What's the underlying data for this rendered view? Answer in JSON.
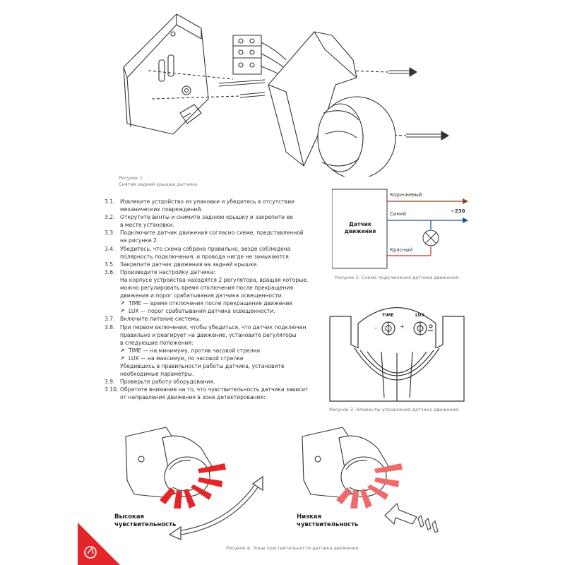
{
  "figure1": {
    "caption_line1": "Рисунок 1.",
    "caption_line2": "Снятие задней крышки датчика."
  },
  "steps": {
    "s1": {
      "num": "3.1.",
      "text": "Извлеките устройство из упаковки и убедитесь в отсутствии",
      "cont": "механических повреждений."
    },
    "s2": {
      "num": "3.2.",
      "text": "Открутите винты и снимите заднюю крышку и закрепите ее",
      "cont": "в месте установки."
    },
    "s3": {
      "num": "3.3.",
      "text": "Подключите датчик движения согласно схеме, представленной",
      "cont": "на рисунке 2."
    },
    "s4": {
      "num": "3.4.",
      "text": "Убедитесь, что схема собрана правильно, везде соблюдена",
      "cont": "полярность подключения, и провода нигде не замыкаются."
    },
    "s5": {
      "num": "3.5.",
      "text": "Закрепите датчик движения на задней крышке."
    },
    "s6": {
      "num": "3.6.",
      "text": "Произведите настройку датчика:",
      "p1": "На корпусе устройства находятся 2 регулятора, вращая которые,",
      "p2": "можно регулировать время отключения после прекращения",
      "p3": "движения и порог срабатывания датчика освещенности.",
      "b1": "TIME — время отключения после прекращения движения",
      "b2": "LUX — порог срабатывания датчика освещенности."
    },
    "s7": {
      "num": "3.7.",
      "text": "Включите питание системы."
    },
    "s8": {
      "num": "3.8.",
      "text": "При первом включении, чтобы убедиться, что датчик подключен",
      "p1": "правильно и реагирует на движение, установите регуляторы",
      "p2": "в следующие положения:",
      "b1": "TIME — на минимуму, против часовой стрелки",
      "b2": "LUX — на максимум, по часовой стрелке",
      "p3": "Убедившись в правильности работы датчика, установите",
      "p4": "необходимые параметры."
    },
    "s9": {
      "num": "3.9.",
      "text": "Проверьте работу оборудования."
    },
    "s10": {
      "num": "3.10.",
      "text": "Обратите внимание на то, что чувствительность датчика зависит",
      "cont": "от направления движения в зоне детектирования:"
    }
  },
  "figure2": {
    "box_line1": "Датчик",
    "box_line2": "движения",
    "wire_brown": "Коричневый",
    "wire_blue": "Синий",
    "wire_red": "Красный",
    "voltage": "~230",
    "caption": "Рисунок 2. Схема подключения датчика движения."
  },
  "figure3": {
    "time_label": "TIME",
    "lux_label": "LUX",
    "minus": "–",
    "plus": "+",
    "caption": "Рисунок 3. Элементы управления датчика движения."
  },
  "figure4": {
    "high_line1": "Высокая",
    "high_line2": "чувствительность",
    "low_line1": "Низкая",
    "low_line2": "чувствительность",
    "caption": "Рисунок 4. Зоны чувствительности датчика движения."
  },
  "colors": {
    "brown_wire": "#8b4513",
    "blue_wire": "#1f4e9c",
    "red_wire": "#c0392b",
    "accent_red": "#e3262a",
    "light_red": "#ef6a6a"
  },
  "icons": {
    "bullet": "arrow-bullet-icon",
    "logo": "brand-logo-icon"
  }
}
